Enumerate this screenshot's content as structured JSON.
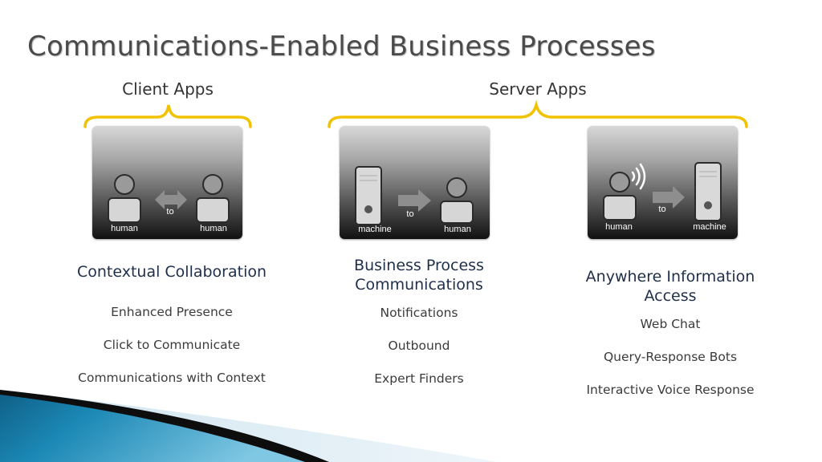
{
  "slide": {
    "title": "Communications-Enabled Business Processes"
  },
  "groups": {
    "client_label": "Client Apps",
    "server_label": "Server Apps"
  },
  "columns": [
    {
      "title_lines": [
        "Contextual Collaboration"
      ],
      "panel": {
        "left": "human",
        "connector": "to",
        "right": "human"
      },
      "items": [
        "Enhanced Presence",
        "Click to Communicate",
        "Communications with Context"
      ]
    },
    {
      "title_lines": [
        "Business Process",
        "Communications"
      ],
      "panel": {
        "left": "machine",
        "connector": "to",
        "right": "human"
      },
      "items": [
        "Notifications",
        "Outbound",
        "Expert Finders"
      ]
    },
    {
      "title_lines": [
        "Anywhere Information",
        "Access"
      ],
      "panel": {
        "left": "human",
        "connector": "to",
        "right": "machine"
      },
      "items": [
        "Web Chat",
        "Query-Response Bots",
        "Interactive Voice Response"
      ]
    }
  ],
  "colors": {
    "brace": "#f2c200",
    "title": "#4a4a4a",
    "column_title": "#1f2f4a",
    "accent_blue": "#1b88b5"
  }
}
